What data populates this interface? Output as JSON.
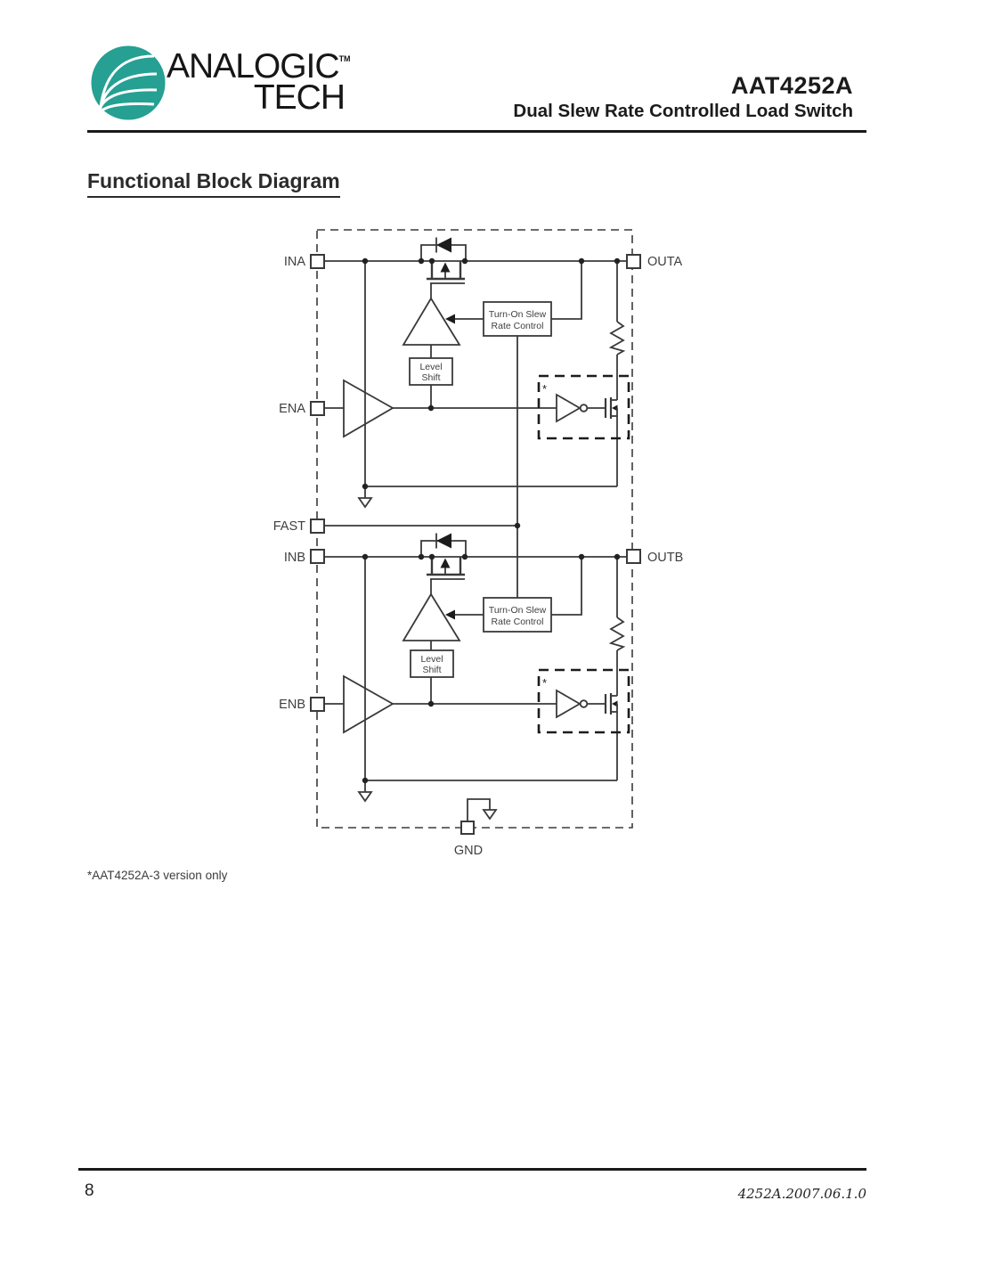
{
  "header": {
    "logo": {
      "line1": "ANALOGIC",
      "line2": "TECH",
      "tm": "TM"
    },
    "part_number": "AAT4252A",
    "subtitle": "Dual Slew Rate Controlled Load Switch"
  },
  "section_title": "Functional Block Diagram",
  "diagram": {
    "pins": {
      "ina": "INA",
      "ena": "ENA",
      "fast": "FAST",
      "inb": "INB",
      "enb": "ENB",
      "outa": "OUTA",
      "outb": "OUTB",
      "gnd": "GND"
    },
    "turn_on_slew": {
      "line1": "Turn-On Slew",
      "line2": "Rate Control"
    },
    "level_shift": {
      "line1": "Level",
      "line2": "Shift"
    },
    "asterisk_marker": "*"
  },
  "footnote": "*AAT4252A-3 version only",
  "footer": {
    "page_number": "8",
    "doc_code": "4252A.2007.06.1.0"
  },
  "colors": {
    "logo_teal": "#25A093",
    "line": "#3a3a3a"
  }
}
